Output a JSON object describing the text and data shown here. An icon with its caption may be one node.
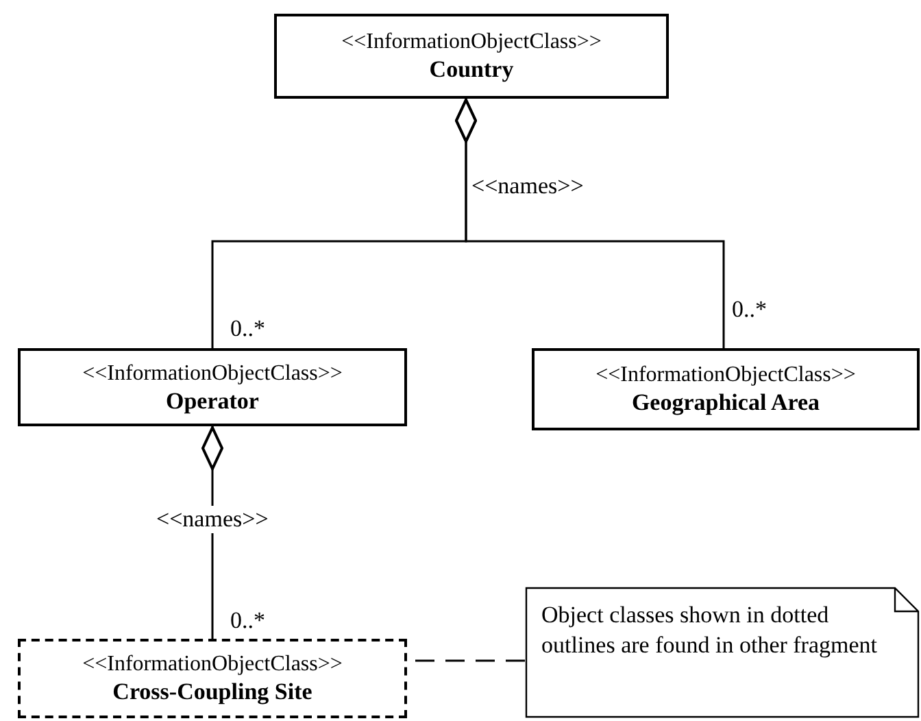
{
  "diagram": {
    "nodes": [
      {
        "text": [
          "<<InformationObjectClass>>",
          "Country"
        ]
      },
      {
        "text": [
          "<<InformationObjectClass>>",
          "Operator"
        ]
      },
      {
        "text": [
          "<<InformationObjectClass>>",
          "Geographical Area"
        ]
      },
      {
        "text": [
          "<<InformationObjectClass>>",
          "Cross-Coupling Site"
        ]
      },
      {
        "text": [
          "Object classes shown in dotted outlines are found in other fragment"
        ]
      }
    ],
    "edges": [
      {
        "from": 0,
        "to": 1,
        "arrow": "other",
        "label": "<<names>>"
      },
      {
        "from": 0,
        "to": 2,
        "arrow": "other"
      },
      {
        "from": 1,
        "to": 3,
        "arrow": "other",
        "label": "<<names>>"
      },
      {
        "from": 4,
        "to": 3,
        "arrow": "none",
        "style": "dashed"
      }
    ],
    "labels": [
      "0..*",
      "0..*",
      "0..*"
    ]
  }
}
